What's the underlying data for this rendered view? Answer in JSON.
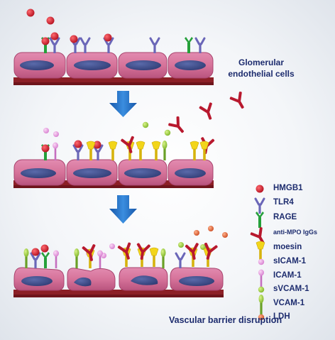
{
  "labels": {
    "glomerular_line1": "Glomerular",
    "glomerular_line2": "endothelial cells",
    "barrier_disruption": "Vascular barrier disruption"
  },
  "legend": [
    {
      "key": "hmgb1",
      "label": "HMGB1",
      "icon": "red-sphere-icon"
    },
    {
      "key": "tlr4",
      "label": "TLR4",
      "icon": "y-shaped-receptor-icon"
    },
    {
      "key": "rage",
      "label": "RAGE",
      "icon": "green-receptor-icon"
    },
    {
      "key": "anti_mpo",
      "label": "anti-MPO IgGs",
      "icon": "antibody-icon"
    },
    {
      "key": "moesin",
      "label": "moesin",
      "icon": "yellow-protein-icon"
    },
    {
      "key": "sicam1",
      "label": "sICAM-1",
      "icon": "pink-sphere-icon"
    },
    {
      "key": "icam1",
      "label": "ICAM-1",
      "icon": "pink-receptor-icon"
    },
    {
      "key": "svcam1",
      "label": "sVCAM-1",
      "icon": "green-sphere-icon"
    },
    {
      "key": "vcam1",
      "label": "VCAM-1",
      "icon": "green-stalk-receptor-icon"
    },
    {
      "key": "ldh",
      "label": "LDH",
      "icon": "orange-sphere-icon"
    }
  ],
  "colors": {
    "cell": "#d6739a",
    "cell_edge": "#a8446e",
    "nucleus": "#3a4a86",
    "basement": "#8c1f26",
    "arrow": "#1f6fc4",
    "hmgb1": "#c4152d",
    "tlr4": "#6a66b8",
    "rage": "#25a03a",
    "antibody": "#b8192e",
    "moesin": "#f2d51a",
    "icam": "#e79ee0",
    "vcam": "#9bd13a",
    "ldh": "#e0683a",
    "text": "#1d2c6e"
  }
}
